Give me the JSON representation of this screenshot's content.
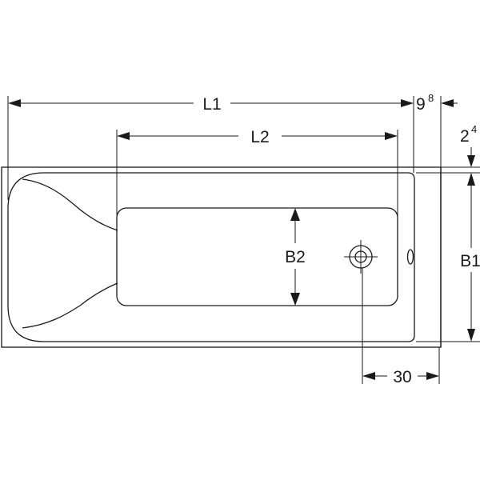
{
  "diagram": {
    "type": "technical-drawing",
    "subject": "bathtub-top-view",
    "dimensions": {
      "l1": {
        "label": "L1"
      },
      "l2": {
        "label": "L2"
      },
      "b1": {
        "label": "B1"
      },
      "b2": {
        "label": "B2"
      },
      "rim_end": {
        "base": "9",
        "sup": "8"
      },
      "rim_side": {
        "base": "2",
        "sup": "4"
      },
      "drain_offset": {
        "label": "30"
      }
    }
  },
  "colors": {
    "line": "#1a1a1a",
    "background": "#ffffff"
  }
}
